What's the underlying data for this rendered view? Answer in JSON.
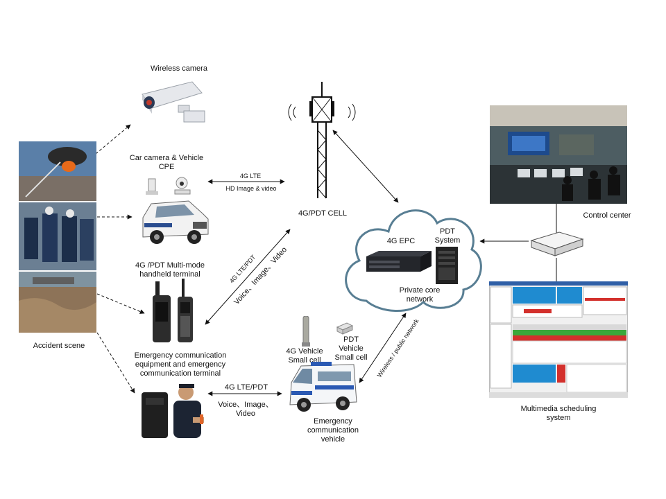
{
  "labels": {
    "wireless_camera": "Wireless camera",
    "car_camera": [
      "Car camera & Vehicle",
      "CPE"
    ],
    "multimode_terminal": [
      "4G /PDT Multi-mode",
      "handheld terminal"
    ],
    "accident_scene": "Accident scene",
    "emergency_equipment": [
      "Emergency communication",
      "equipment and emergency",
      "communication terminal"
    ],
    "cell": "4G/PDT CELL",
    "epc": "4G EPC",
    "pdt_system": [
      "PDT",
      "System"
    ],
    "core_network": [
      "Private core",
      "network"
    ],
    "control_center": "Control center",
    "scheduling": [
      "Multimedia scheduling",
      "system"
    ],
    "vehicle_small_cell": [
      "4G Vehicle",
      "Small cell"
    ],
    "pdt_vehicle_small_cell": [
      "PDT",
      "Vehicle",
      "Small cell"
    ],
    "emergency_vehicle": [
      "Emergency",
      "communication",
      "vehicle"
    ]
  },
  "links": {
    "car_to_cell_top": "4G LTE",
    "car_to_cell_bottom": "HD Image & video",
    "terminal_to_cell_top": "4G LTE/PDT",
    "terminal_to_cell_bottom": "Voice、Image、Video",
    "vehicle_to_core": "Wireless / public network",
    "officer_to_vehicle_top": "4G LTE/PDT",
    "officer_to_vehicle_bottom": [
      "Voice、Image、",
      "Video"
    ]
  }
}
